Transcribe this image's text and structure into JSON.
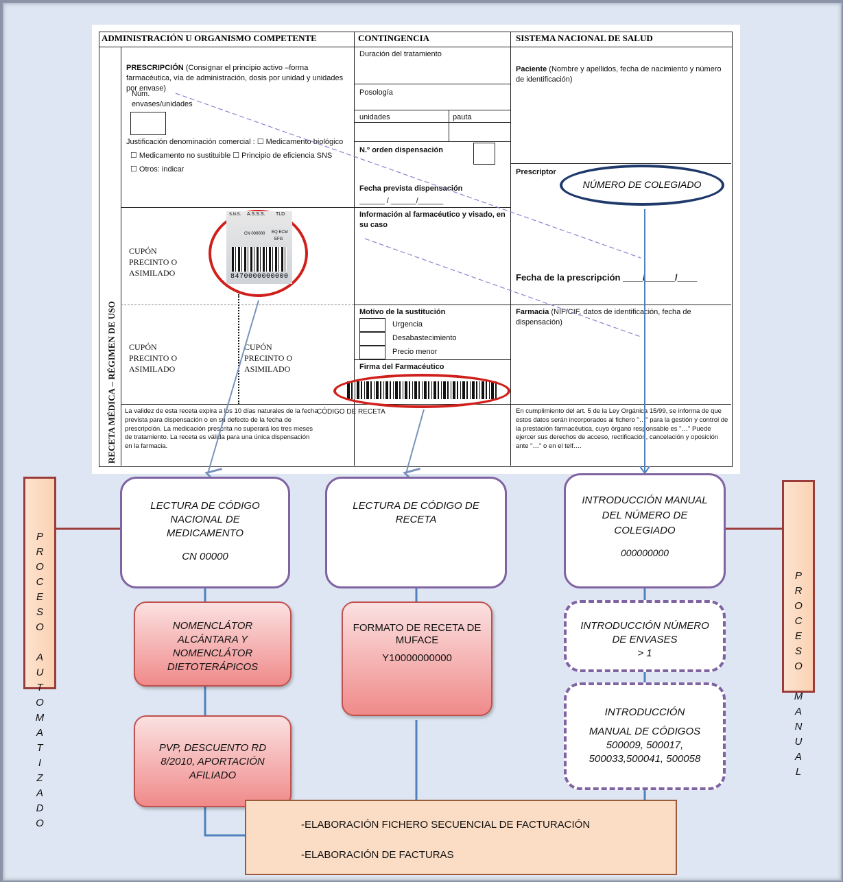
{
  "receta": {
    "col1_header": "ADMINISTRACIÓN U ORGANISMO COMPETENTE",
    "col2_header": "CONTINGENCIA",
    "col3_header": "SISTEMA NACIONAL DE SALUD",
    "vertical_label": "RECETA MÉDICA – RÉGIMEN DE USO",
    "prescripcion_title": "PRESCRIPCIÓN",
    "prescripcion_text": " (Consignar el principio activo –forma farmacéutica, vía de administración, dosis por unidad y unidades por envase)",
    "num_envases": "Núm. envases/unidades",
    "justificacion": "Justificación denominación comercial : ☐ Medicamento biológico",
    "no_sustituible": "☐ Medicamento no sustituible  ☐ Principio de eficiencia SNS",
    "otros": "☐ Otros: indicar",
    "duracion": "Duración del tratamiento",
    "posologia": "Posología",
    "unidades": "unidades",
    "pauta": "pauta",
    "orden": "N.º orden dispensación",
    "fecha_prevista": "Fecha prevista dispensación",
    "fecha_blank": "______ / ______/______",
    "info_farmaceutico": "Información al farmacéutico y visado, en su caso",
    "motivo": "Motivo de la sustitución",
    "urgencia": "Urgencia",
    "desabastecimiento": "Desabastecimiento",
    "precio_menor": "Precio menor",
    "firma": "Firma del Farmacéutico",
    "cupon1": "CUPÓN PRECINTO O ASIMILADO",
    "cupon2": "CUPÓN PRECINTO O ASIMILADO",
    "cupon3": "CUPÓN PRECINTO O ASIMILADO",
    "paciente_title": "Paciente",
    "paciente_text": " (Nombre y apellidos, fecha de nacimiento y número de identificación)",
    "prescriptor": "Prescriptor",
    "numero_colegiado": "NÚMERO DE COLEGIADO",
    "fecha_prescripcion": "Fecha de la prescripción ____/______/____",
    "farmacia_title": "Farmacia",
    "farmacia_text": " (NIF/CIF, datos de identificación, fecha de dispensación)",
    "validez": "La validez de esta receta expira a los 10 días naturales de la fecha prevista para dispensación o en su defecto de la fecha de prescripción. La medicación prescrita no superará los tres meses de tratamiento. La receta es válida para una única dispensación en la farmacia.",
    "codigo_receta": "CÓDIGO DE RECETA",
    "cumplimiento": "En cumplimiento del art. 5 de la Ley Orgánica 15/99, se informa de que estos datos serán incorporados al fichero \"…\" para la gestión y control de la prestación farmacéutica, cuyo órgano responsable es \"…\" Puede ejercer sus derechos de acceso, rectificación, cancelación y oposición ante \"…\" o en el telf.…",
    "label_sns": "S.N.S.",
    "label_asss": "A.S.S.S.",
    "label_tld": "TLD",
    "label_cn": "CN 000000",
    "label_ecm": "EQ ECM",
    "label_efg": "EFG",
    "label_ean": "8470000000000"
  },
  "nodes": {
    "lectura_cn_title": "LECTURA DE CÓDIGO NACIONAL DE MEDICAMENTO",
    "lectura_cn_value": "CN 00000",
    "lectura_receta": "LECTURA DE CÓDIGO DE RECETA",
    "intro_manual_title": "INTRODUCCIÓN MANUAL DEL NÚMERO DE COLEGIADO",
    "intro_manual_value": "000000000",
    "nomenclator": "NOMENCLÁTOR ALCÁNTARA Y NOMENCLÁTOR DIETOTERÁPICOS",
    "formato_title": "FORMATO DE RECETA DE MUFACE",
    "formato_value": "Y10000000000",
    "intro_envases_title": "INTRODUCCIÓN NÚMERO DE ENVASES",
    "intro_envases_value": "> 1",
    "pvp": "PVP, DESCUENTO RD 8/2010, APORTACIÓN AFILIADO",
    "intro_codigos_title": "INTRODUCCIÓN",
    "intro_codigos_text": "MANUAL DE CÓDIGOS 500009, 500017, 500033,500041, 500058",
    "bottom_line1": "ELABORACIÓN FICHERO SECUENCIAL DE FACTURACIÓN",
    "bottom_line2": "ELABORACIÓN DE FACTURAS"
  },
  "sides": {
    "left_letters": [
      "P",
      "R",
      "O",
      "C",
      "E",
      "S",
      "O",
      "",
      "A",
      "U",
      "T",
      "O",
      "M",
      "A",
      "T",
      "I",
      "Z",
      "A",
      "D",
      "O"
    ],
    "right_letters": [
      "P",
      "R",
      "O",
      "C",
      "E",
      "S",
      "O",
      "",
      "M",
      "A",
      "N",
      "U",
      "A",
      "L"
    ]
  },
  "colors": {
    "purple": "#8064a2",
    "red_ellipse": "#d0201c",
    "navy_ellipse": "#1f3a6a",
    "arrow_blue": "#4f81bd",
    "side_border": "#9b3b3a"
  }
}
